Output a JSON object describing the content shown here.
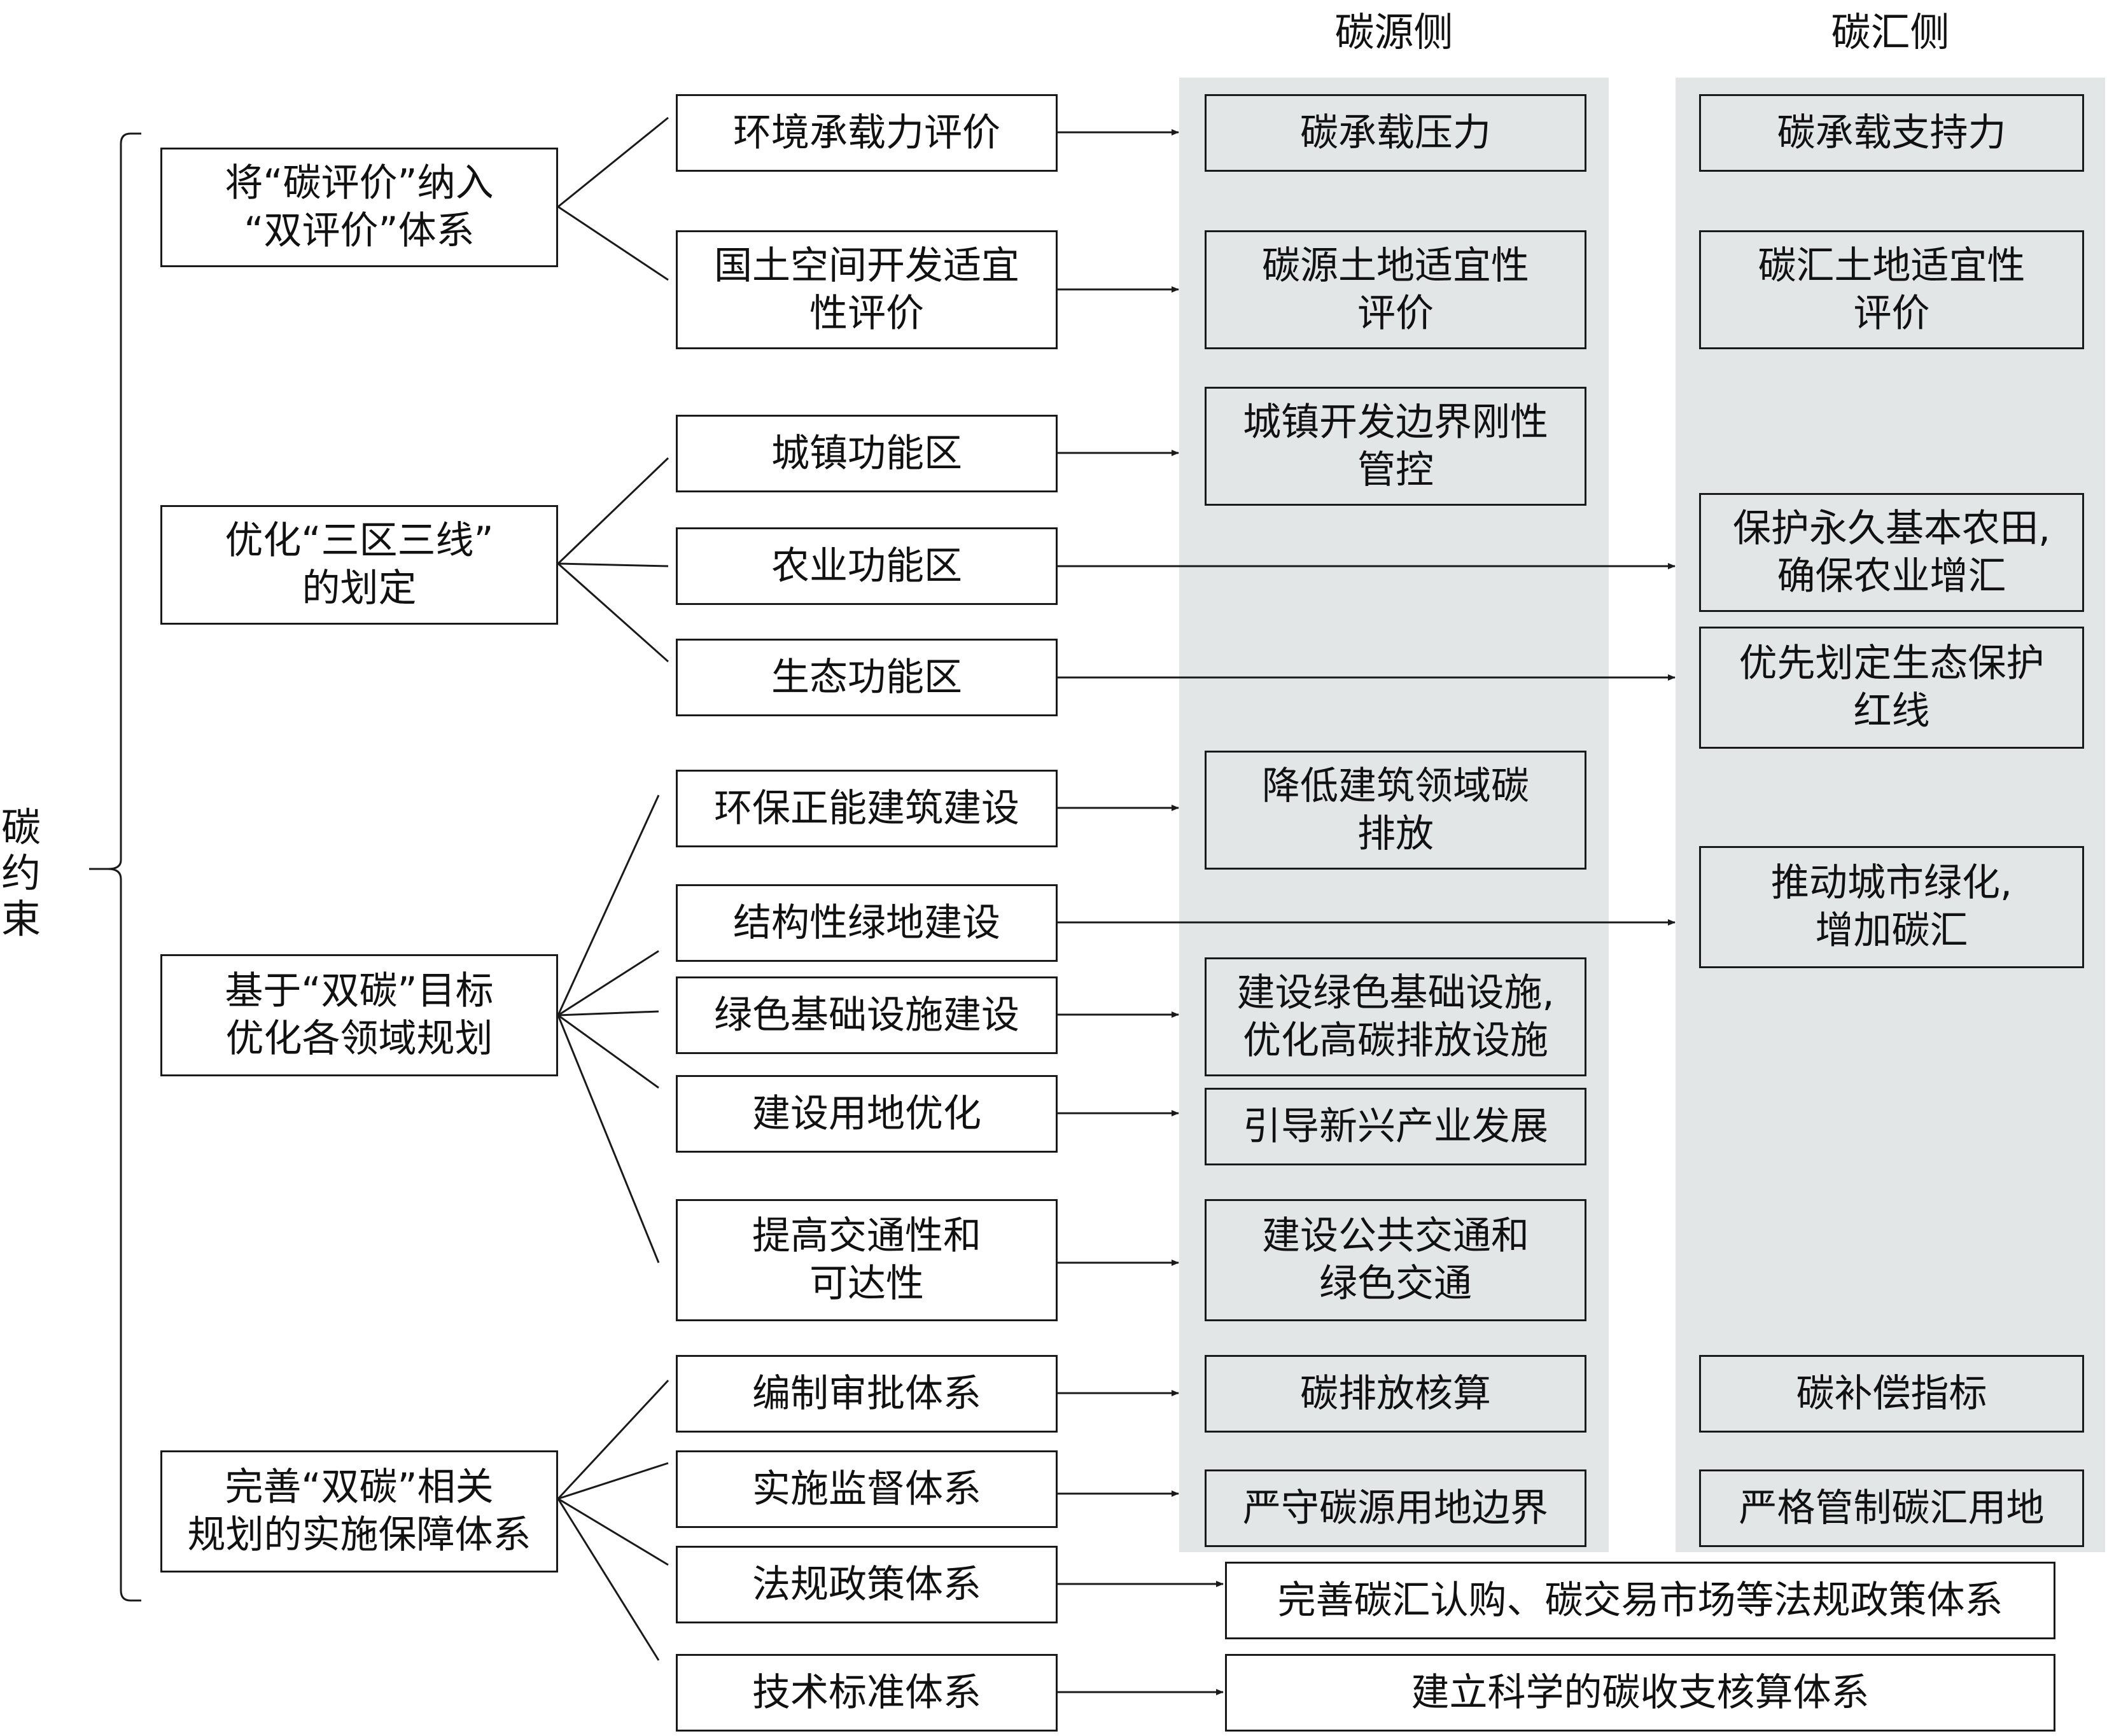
{
  "headers": {
    "source_side": "碳源侧",
    "sink_side": "碳汇侧"
  },
  "root": {
    "label": "碳\n约\n束"
  },
  "categories": [
    {
      "id": "cat1",
      "label": "将“碳评价”纳入\n“双评价”体系"
    },
    {
      "id": "cat2",
      "label": "优化“三区三线”\n的划定"
    },
    {
      "id": "cat3",
      "label": "基于“双碳”目标\n优化各领域规划"
    },
    {
      "id": "cat4",
      "label": "完善“双碳”相关\n规划的实施保障体系"
    }
  ],
  "measures": [
    {
      "id": "m1",
      "label": "环境承载力评价"
    },
    {
      "id": "m2",
      "label": "国土空间开发适宜\n性评价"
    },
    {
      "id": "m3",
      "label": "城镇功能区"
    },
    {
      "id": "m4",
      "label": "农业功能区"
    },
    {
      "id": "m5",
      "label": "生态功能区"
    },
    {
      "id": "m6",
      "label": "环保正能建筑建设"
    },
    {
      "id": "m7",
      "label": "结构性绿地建设"
    },
    {
      "id": "m8",
      "label": "绿色基础设施建设"
    },
    {
      "id": "m9",
      "label": "建设用地优化"
    },
    {
      "id": "m10",
      "label": "提高交通性和\n可达性"
    },
    {
      "id": "m11",
      "label": "编制审批体系"
    },
    {
      "id": "m12",
      "label": "实施监督体系"
    },
    {
      "id": "m13",
      "label": "法规政策体系"
    },
    {
      "id": "m14",
      "label": "技术标准体系"
    }
  ],
  "source_results": [
    {
      "id": "s1",
      "label": "碳承载压力"
    },
    {
      "id": "s2",
      "label": "碳源土地适宜性\n评价"
    },
    {
      "id": "s3",
      "label": "城镇开发边界刚性\n管控"
    },
    {
      "id": "s4",
      "label": "降低建筑领域碳\n排放"
    },
    {
      "id": "s5",
      "label": "建设绿色基础设施,\n优化高碳排放设施"
    },
    {
      "id": "s6",
      "label": "引导新兴产业发展"
    },
    {
      "id": "s7",
      "label": "建设公共交通和\n绿色交通"
    },
    {
      "id": "s8",
      "label": "碳排放核算"
    },
    {
      "id": "s9",
      "label": "严守碳源用地边界"
    }
  ],
  "sink_results": [
    {
      "id": "k1",
      "label": "碳承载支持力"
    },
    {
      "id": "k2",
      "label": "碳汇土地适宜性\n评价"
    },
    {
      "id": "k3",
      "label": "保护永久基本农田,\n确保农业增汇"
    },
    {
      "id": "k4",
      "label": "优先划定生态保护\n红线"
    },
    {
      "id": "k5",
      "label": "推动城市绿化,\n增加碳汇"
    },
    {
      "id": "k6",
      "label": "碳补偿指标"
    },
    {
      "id": "k7",
      "label": "严格管制碳汇用地"
    }
  ],
  "wide_results": [
    {
      "id": "w1",
      "label": "完善碳汇认购、碳交易市场等法规政策体系"
    },
    {
      "id": "w2",
      "label": "建立科学的碳收支核算体系"
    }
  ]
}
